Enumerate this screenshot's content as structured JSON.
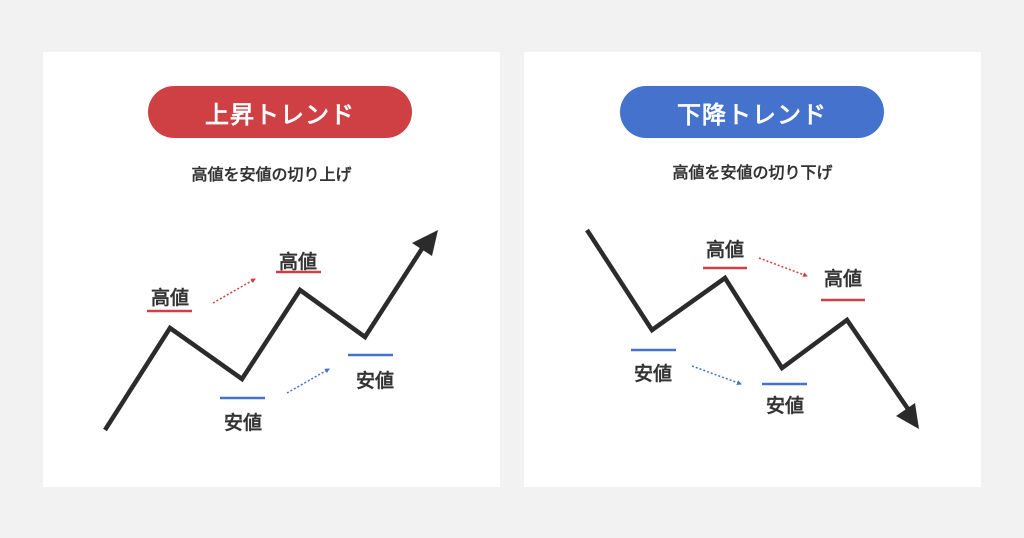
{
  "uptrend": {
    "title": "上昇トレンド",
    "subtitle": "高値を安値の切り上げ",
    "color": "#cf4044",
    "labels": {
      "high1": "高値",
      "high2": "高値",
      "low1": "安値",
      "low2": "安値"
    }
  },
  "downtrend": {
    "title": "下降トレンド",
    "subtitle": "高値を安値の切り下げ",
    "color": "#4472cc",
    "labels": {
      "high1": "高値",
      "high2": "高値",
      "low1": "安値",
      "low2": "安値"
    }
  },
  "colors": {
    "high": "#cf4044",
    "low": "#4472cc",
    "line": "#2b2b2b",
    "background": "#f2f2f2"
  }
}
